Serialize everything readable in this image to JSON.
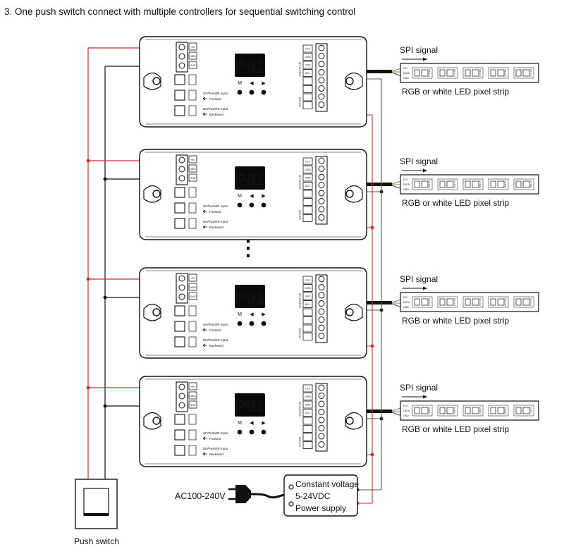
{
  "title": "3. One push switch connect with multiple controllers for sequential switching control",
  "controller": {
    "display": "P01",
    "buttons": [
      "M",
      "◀",
      "▶"
    ],
    "right_terminals": [
      "CLK",
      "DATA",
      "GND",
      "BLK",
      "",
      "",
      "",
      ""
    ],
    "left_terminals": [
      "+5V",
      "DATA",
      "GND"
    ],
    "upper_label": "UP/Push/IR Input",
    "upper_sub": "Forward",
    "lower_label": "DN/Push/IR Input",
    "lower_sub": "Backward",
    "side_labels": [
      "SPI OUTPUT",
      "DC5-24V"
    ]
  },
  "ellipsis": "⋮",
  "strips": [
    {
      "signal": "SPI signal",
      "caption": "RGB or white LED pixel strip"
    },
    {
      "signal": "SPI signal",
      "caption": "RGB or white LED pixel strip"
    },
    {
      "signal": "SPI signal",
      "caption": "RGB or white LED pixel strip"
    },
    {
      "signal": "SPI signal",
      "caption": "RGB or white LED pixel strip"
    }
  ],
  "strip_pins": [
    "DC+",
    "DATA",
    "GND"
  ],
  "power_supply": {
    "input_label": "AC100-240V",
    "lines": [
      "Constant voltage",
      "5-24VDC",
      "Power supply"
    ]
  },
  "push_switch": {
    "label": "Push switch"
  },
  "colors": {
    "red": "#d4282a",
    "black": "#111111",
    "green": "#2e9a3a",
    "display_bg": "#0a0a0a",
    "display_fg": "#3ab0ff",
    "gray_wire": "#555555"
  }
}
